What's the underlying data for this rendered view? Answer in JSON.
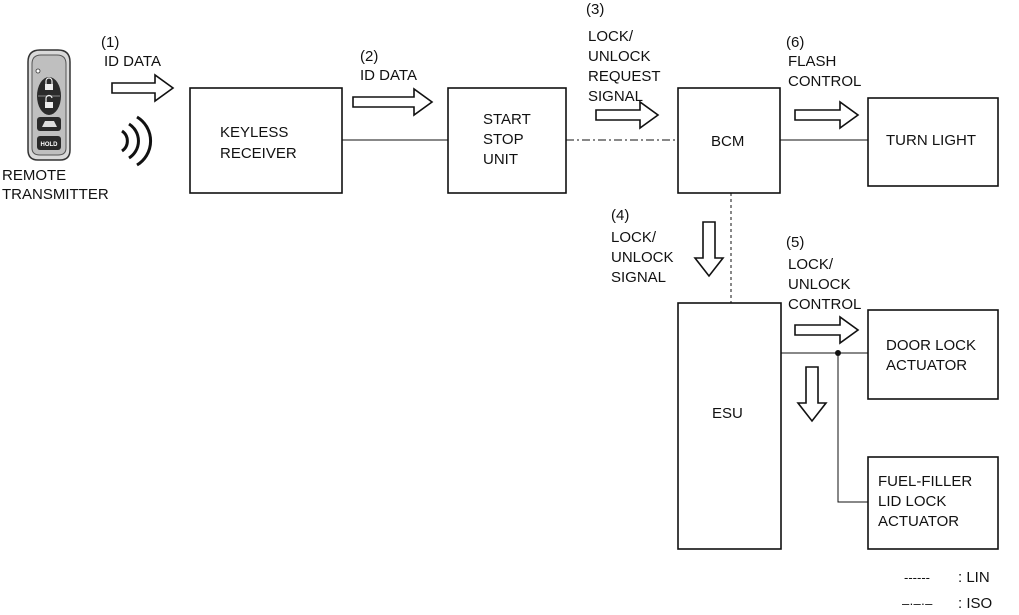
{
  "transmitter": {
    "label_line1": "REMOTE",
    "label_line2": "TRANSMITTER",
    "hold_button_text": "HOLD"
  },
  "boxes": {
    "keyless_receiver": [
      "KEYLESS",
      "RECEIVER"
    ],
    "start_stop_unit": [
      "START",
      "STOP",
      "UNIT"
    ],
    "bcm": [
      "BCM"
    ],
    "turn_light": [
      "TURN LIGHT"
    ],
    "esu": [
      "ESU"
    ],
    "door_lock_actuator": [
      "DOOR LOCK",
      "ACTUATOR"
    ],
    "fuel_filler_actuator": [
      "FUEL-FILLER",
      "LID LOCK",
      "ACTUATOR"
    ]
  },
  "signals": {
    "s1": [
      "(1)",
      "ID DATA"
    ],
    "s2": [
      "(2)",
      "ID DATA"
    ],
    "s3": [
      "(3)",
      "LOCK/",
      "UNLOCK",
      "REQUEST",
      "SIGNAL"
    ],
    "s4": [
      "(4)",
      "LOCK/",
      "UNLOCK",
      "SIGNAL"
    ],
    "s5": [
      "(5)",
      "LOCK/",
      "UNLOCK",
      "CONTROL"
    ],
    "s6": [
      "(6)",
      "FLASH",
      "CONTROL"
    ]
  },
  "legend": {
    "lin_sample": "------",
    "lin_label": ": LIN",
    "iso_sample": "–·–·–",
    "iso_label": ": ISO"
  }
}
